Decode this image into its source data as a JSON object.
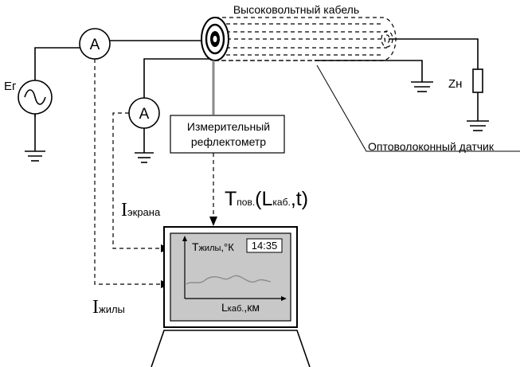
{
  "labels": {
    "cable": "Высоковольтный кабель",
    "generator": "Ег",
    "load": "Zн",
    "ammeter": "A",
    "reflectometer_line1": "Измерительный",
    "reflectometer_line2": "рефлектометр",
    "fiber_sensor": "Оптоволоконный датчик",
    "t_formula_main": "T",
    "t_formula_sub1": "пов.",
    "t_formula_mid": "(L",
    "t_formula_sub2": "каб.",
    "t_formula_end": ",t)",
    "i_screen_main": "I",
    "i_screen_sub": "экрана",
    "i_core_main": "I",
    "i_core_sub": "жилы"
  },
  "monitor": {
    "time": "14:35",
    "y_axis_main": "T",
    "y_axis_sub": "жилы",
    "y_axis_unit": ",°К",
    "x_axis_main": "L",
    "x_axis_sub": "каб.",
    "x_axis_unit": ",км"
  },
  "colors": {
    "screen": "#c8c8c8",
    "screen_curve": "#8c8c8c",
    "probe": "#8a8a8a"
  }
}
